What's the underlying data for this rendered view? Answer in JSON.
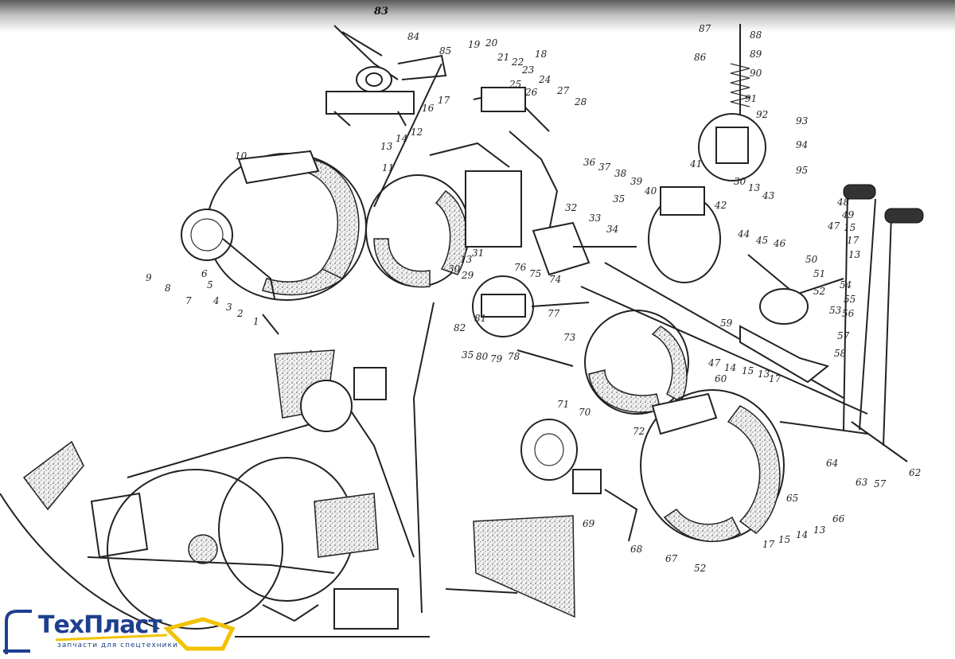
{
  "diagram": {
    "callouts": [
      {
        "id": "c83",
        "text": "83",
        "big": true
      },
      {
        "id": "c84",
        "text": "84"
      },
      {
        "id": "c85",
        "text": "85"
      },
      {
        "id": "c19",
        "text": "19"
      },
      {
        "id": "c20",
        "text": "20"
      },
      {
        "id": "c18",
        "text": "18"
      },
      {
        "id": "c21",
        "text": "21"
      },
      {
        "id": "c22",
        "text": "22"
      },
      {
        "id": "c23",
        "text": "23"
      },
      {
        "id": "c24",
        "text": "24"
      },
      {
        "id": "c25",
        "text": "25"
      },
      {
        "id": "c26",
        "text": "26"
      },
      {
        "id": "c27",
        "text": "27"
      },
      {
        "id": "c28",
        "text": "28"
      },
      {
        "id": "c16",
        "text": "16"
      },
      {
        "id": "c17a",
        "text": "17"
      },
      {
        "id": "c13a",
        "text": "13"
      },
      {
        "id": "c14a",
        "text": "14"
      },
      {
        "id": "c12",
        "text": "12"
      },
      {
        "id": "c10",
        "text": "10"
      },
      {
        "id": "c11",
        "text": "11"
      },
      {
        "id": "c9",
        "text": "9"
      },
      {
        "id": "c8",
        "text": "8"
      },
      {
        "id": "c7",
        "text": "7"
      },
      {
        "id": "c6",
        "text": "6"
      },
      {
        "id": "c5",
        "text": "5"
      },
      {
        "id": "c4",
        "text": "4"
      },
      {
        "id": "c3",
        "text": "3"
      },
      {
        "id": "c2",
        "text": "2"
      },
      {
        "id": "c1",
        "text": "1"
      },
      {
        "id": "c30a",
        "text": "30"
      },
      {
        "id": "c13b",
        "text": "13"
      },
      {
        "id": "c31",
        "text": "31"
      },
      {
        "id": "c29",
        "text": "29"
      },
      {
        "id": "c76",
        "text": "76"
      },
      {
        "id": "c75",
        "text": "75"
      },
      {
        "id": "c74",
        "text": "74"
      },
      {
        "id": "c32",
        "text": "32"
      },
      {
        "id": "c33",
        "text": "33"
      },
      {
        "id": "c34",
        "text": "34"
      },
      {
        "id": "c35a",
        "text": "35"
      },
      {
        "id": "c36",
        "text": "36"
      },
      {
        "id": "c37",
        "text": "37"
      },
      {
        "id": "c38",
        "text": "38"
      },
      {
        "id": "c39",
        "text": "39"
      },
      {
        "id": "c40",
        "text": "40"
      },
      {
        "id": "c41",
        "text": "41"
      },
      {
        "id": "c42",
        "text": "42"
      },
      {
        "id": "c30b",
        "text": "30"
      },
      {
        "id": "c13c",
        "text": "13"
      },
      {
        "id": "c43",
        "text": "43"
      },
      {
        "id": "c87",
        "text": "87"
      },
      {
        "id": "c88",
        "text": "88"
      },
      {
        "id": "c86",
        "text": "86"
      },
      {
        "id": "c89",
        "text": "89"
      },
      {
        "id": "c90",
        "text": "90"
      },
      {
        "id": "c91",
        "text": "91"
      },
      {
        "id": "c92",
        "text": "92"
      },
      {
        "id": "c93",
        "text": "93"
      },
      {
        "id": "c94",
        "text": "94"
      },
      {
        "id": "c95",
        "text": "95"
      },
      {
        "id": "c44",
        "text": "44"
      },
      {
        "id": "c45",
        "text": "45"
      },
      {
        "id": "c46",
        "text": "46"
      },
      {
        "id": "c47",
        "text": "47"
      },
      {
        "id": "c48",
        "text": "48"
      },
      {
        "id": "c49",
        "text": "49"
      },
      {
        "id": "c15a",
        "text": "15"
      },
      {
        "id": "c17b",
        "text": "17"
      },
      {
        "id": "c13d",
        "text": "13"
      },
      {
        "id": "c50",
        "text": "50"
      },
      {
        "id": "c51",
        "text": "51"
      },
      {
        "id": "c52a",
        "text": "52"
      },
      {
        "id": "c53",
        "text": "53"
      },
      {
        "id": "c54",
        "text": "54"
      },
      {
        "id": "c55",
        "text": "55"
      },
      {
        "id": "c56",
        "text": "56"
      },
      {
        "id": "c57a",
        "text": "57"
      },
      {
        "id": "c58",
        "text": "58"
      },
      {
        "id": "c82",
        "text": "82"
      },
      {
        "id": "c81",
        "text": "81"
      },
      {
        "id": "c77",
        "text": "77"
      },
      {
        "id": "c35b",
        "text": "35"
      },
      {
        "id": "c80",
        "text": "80"
      },
      {
        "id": "c79",
        "text": "79"
      },
      {
        "id": "c78",
        "text": "78"
      },
      {
        "id": "c73",
        "text": "73"
      },
      {
        "id": "c59",
        "text": "59"
      },
      {
        "id": "c47b",
        "text": "47"
      },
      {
        "id": "c14b",
        "text": "14"
      },
      {
        "id": "c15b",
        "text": "15"
      },
      {
        "id": "c13e",
        "text": "13"
      },
      {
        "id": "c17c",
        "text": "17"
      },
      {
        "id": "c60",
        "text": "60"
      },
      {
        "id": "c71",
        "text": "71"
      },
      {
        "id": "c70",
        "text": "70"
      },
      {
        "id": "c72",
        "text": "72"
      },
      {
        "id": "c64",
        "text": "64"
      },
      {
        "id": "c63",
        "text": "63"
      },
      {
        "id": "c57b",
        "text": "57"
      },
      {
        "id": "c62",
        "text": "62"
      },
      {
        "id": "c65",
        "text": "65"
      },
      {
        "id": "c69",
        "text": "69"
      },
      {
        "id": "c68",
        "text": "68"
      },
      {
        "id": "c67",
        "text": "67"
      },
      {
        "id": "c52b",
        "text": "52"
      },
      {
        "id": "c17d",
        "text": "17"
      },
      {
        "id": "c15c",
        "text": "15"
      },
      {
        "id": "c14c",
        "text": "14"
      },
      {
        "id": "c13f",
        "text": "13"
      },
      {
        "id": "c66",
        "text": "66"
      }
    ]
  },
  "logo": {
    "wordmark": "ТехПласт",
    "tagline": "запчасти для спецтехники",
    "brand_color": "#1d3f8f",
    "accent_color": "#f2c200"
  }
}
